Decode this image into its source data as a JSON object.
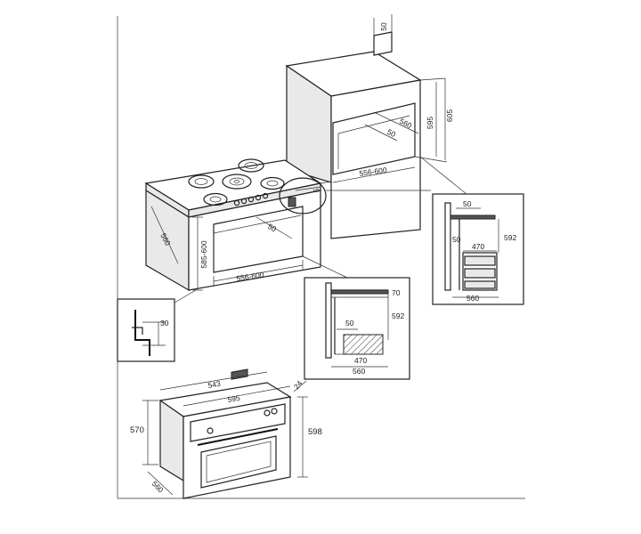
{
  "labels": {
    "wall_top": "50",
    "tall_depth": "560",
    "tall_inner": "50",
    "tall_h1": "595",
    "tall_h2": "605",
    "tall_width": "556-600",
    "counter_depth": "560",
    "counter_inner": "50",
    "counter_height": "585-600",
    "counter_width": "556-600",
    "callout_small": "5",
    "detail_gap": "30",
    "mid_d1": "70",
    "mid_d2": "50",
    "mid_d3": "592",
    "mid_d4": "470",
    "mid_d5": "560",
    "right_d1": "50",
    "right_d2": "50",
    "right_d3": "592",
    "right_d4": "470",
    "right_d5": "560",
    "oven_w_top": "543",
    "oven_w": "595",
    "oven_depth_top": "24",
    "oven_h_left": "570",
    "oven_h_right": "598",
    "oven_depth": "560"
  }
}
